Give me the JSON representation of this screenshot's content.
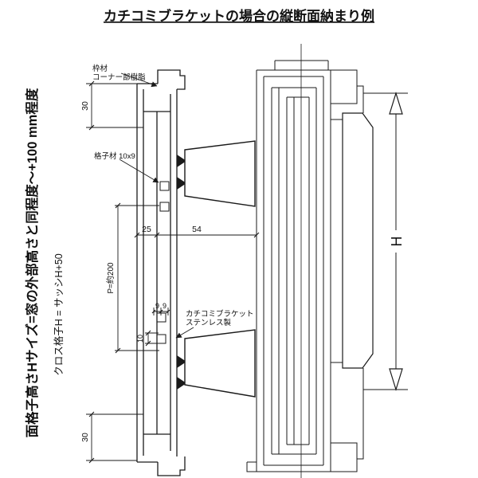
{
  "title": "カチコミブラケットの場合の縦断面納まり例",
  "notes": {
    "red_vertical": "面格子高さHサイズ=窓の外部高さと同程度〜+100 mm程度",
    "black_vertical": "クロス格子H = サッシH+50"
  },
  "labels": {
    "frame_material": "枠材",
    "corner_resin": "コーナー部樹脂",
    "lattice_material": "格子材 10x9",
    "bracket_name": "カチコミブラケット",
    "bracket_material": "ステンレス製"
  },
  "dims": {
    "top_margin": "30",
    "bottom_margin": "30",
    "pitch": "P=約200",
    "offset_25": "25",
    "gap_54": "54",
    "bar_9_left": "9",
    "bar_9_right": "9",
    "bar_10": "10",
    "overall_height": "H"
  },
  "colors": {
    "red_text": "#cc0000",
    "line": "#1a1a1a",
    "background": "#ffffff"
  }
}
